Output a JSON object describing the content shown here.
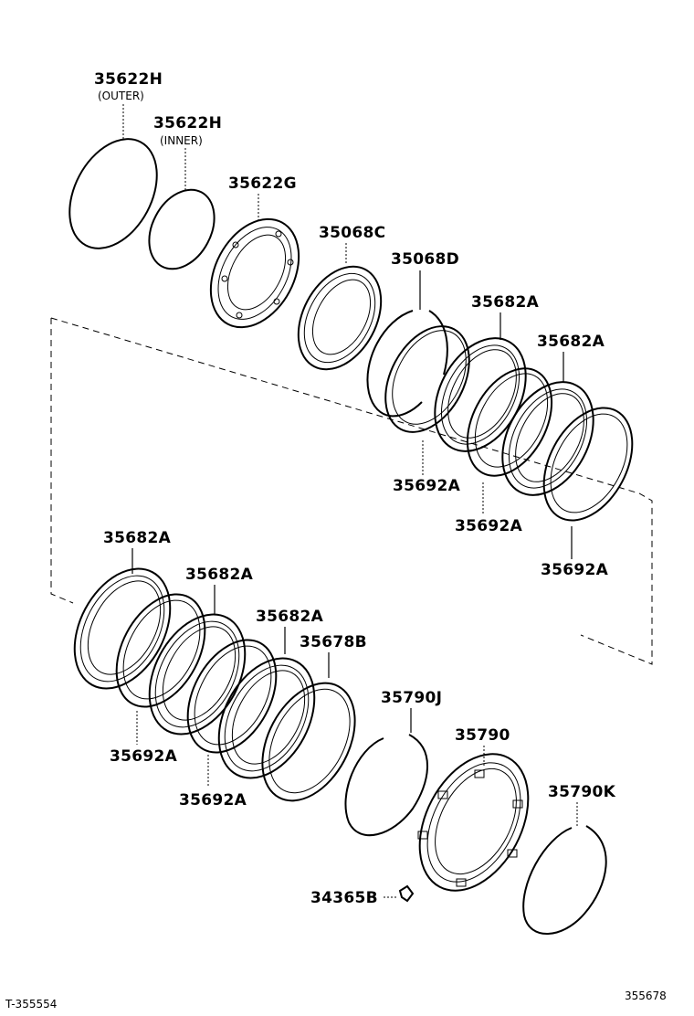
{
  "labels": {
    "p35622h_outer": "35622H",
    "p35622h_outer_note": "(OUTER)",
    "p35622h_inner": "35622H",
    "p35622h_inner_note": "(INNER)",
    "p35622g": "35622G",
    "p35068c": "35068C",
    "p35068d": "35068D",
    "p35682a_1": "35682A",
    "p35682a_2": "35682A",
    "p35692a_1": "35692A",
    "p35692a_2": "35692A",
    "p35692a_3": "35692A",
    "p35682a_3": "35682A",
    "p35682a_4": "35682A",
    "p35682a_5": "35682A",
    "p35678b": "35678B",
    "p35790j": "35790J",
    "p35790": "35790",
    "p35790k": "35790K",
    "p35692a_4": "35692A",
    "p35692a_5": "35692A",
    "p34365b": "34365B"
  },
  "footer": {
    "left_code": "T-355554",
    "right_code": "355678"
  }
}
